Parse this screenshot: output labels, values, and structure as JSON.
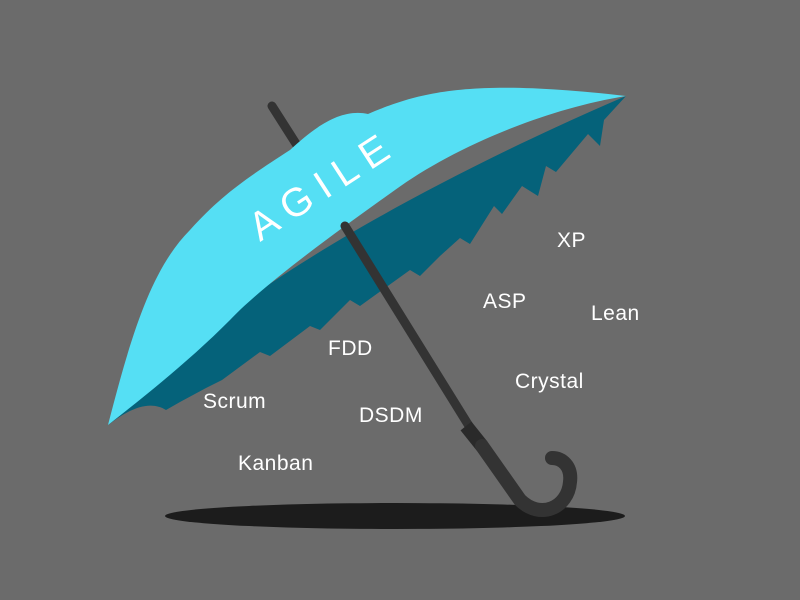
{
  "umbrella": {
    "label": "AGILE",
    "colors": {
      "background": "#6b6b6b",
      "canopy_outer": "#55dff4",
      "canopy_inner": "#05627a",
      "shaft": "#333333",
      "shadow": "#1c1c1c",
      "text": "#ffffff"
    }
  },
  "methods": [
    {
      "id": "xp",
      "label": "XP"
    },
    {
      "id": "asp",
      "label": "ASP"
    },
    {
      "id": "lean",
      "label": "Lean"
    },
    {
      "id": "fdd",
      "label": "FDD"
    },
    {
      "id": "crystal",
      "label": "Crystal"
    },
    {
      "id": "scrum",
      "label": "Scrum"
    },
    {
      "id": "dsdm",
      "label": "DSDM"
    },
    {
      "id": "kanban",
      "label": "Kanban"
    }
  ]
}
